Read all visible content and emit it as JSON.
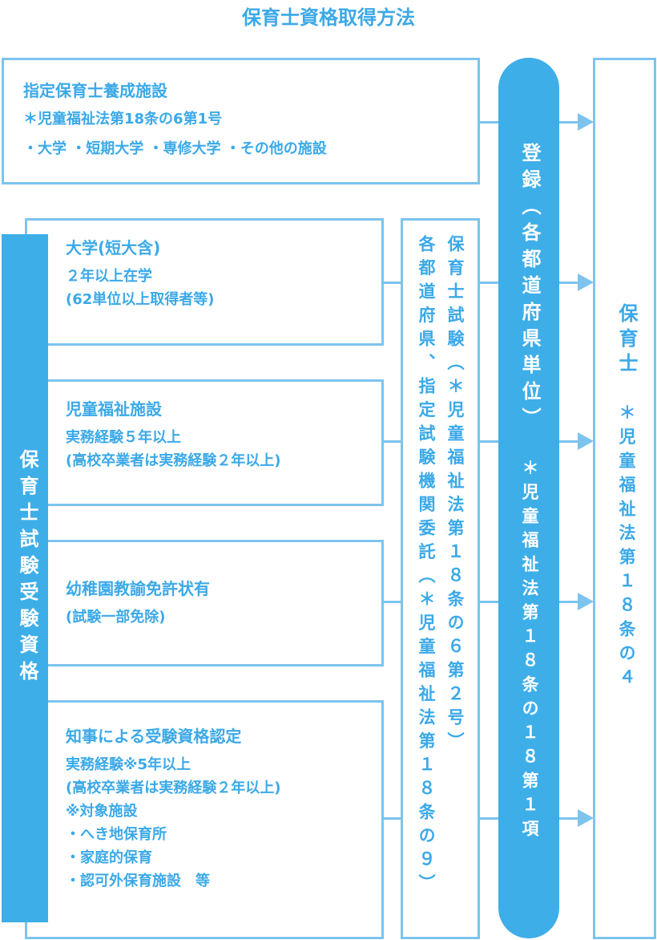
{
  "title": "保育士資格取得方法",
  "training": {
    "heading": "指定保育士養成施設",
    "law": "＊児童福祉法第18条の6第1号",
    "types": "・大学 ・短期大学 ・専修大学 ・その他の施設"
  },
  "eligibility": {
    "label": "保育士試験受験資格",
    "items": [
      {
        "heading": "大学(短大含)",
        "lines": [
          "２年以上在学",
          "(62単位以上取得者等)"
        ]
      },
      {
        "heading": "児童福祉施設",
        "lines": [
          "実務経験５年以上",
          "(高校卒業者は実務経験２年以上)"
        ]
      },
      {
        "heading": "幼稚園教諭免許状有",
        "lines": [
          "(試験一部免除)"
        ]
      },
      {
        "heading": "知事による受験資格認定",
        "lines": [
          "実務経験※5年以上",
          "(高校卒業者は実務経験２年以上)",
          "※対象施設",
          "・へき地保育所",
          "・家庭的保育",
          "・認可外保育施設　等"
        ]
      }
    ]
  },
  "exam": {
    "col1": "保育士試験（＊児童福祉法第１８条の６第２号）",
    "col2": "各都道府県、指定試験機関委託（＊児童福祉法第１８条の９）"
  },
  "registration": {
    "label": "登録（各都道府県単位）",
    "law": "＊児童福祉法第１８条の１８第１項"
  },
  "result": {
    "label": "保育士",
    "law": "＊児童福祉法第１８条の４"
  }
}
